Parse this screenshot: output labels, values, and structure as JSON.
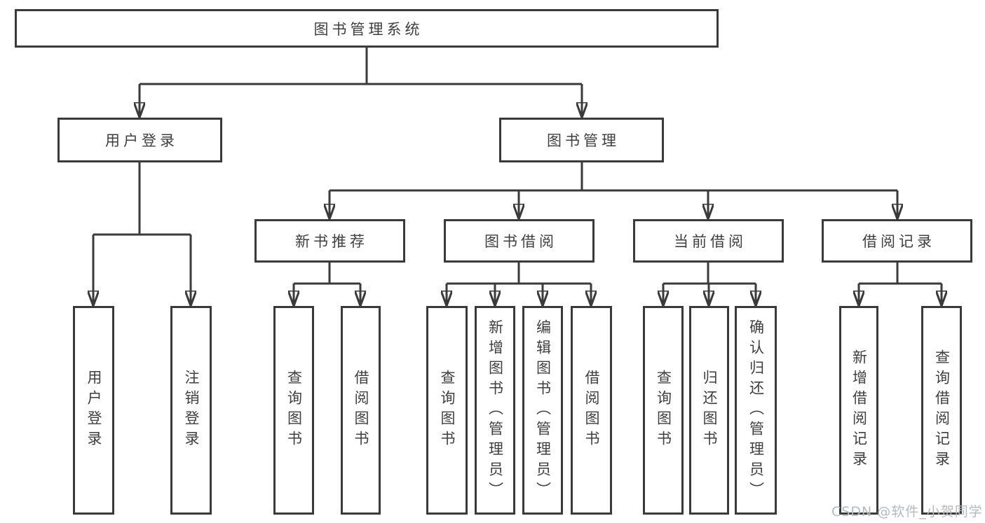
{
  "colors": {
    "line": "#3a3a3a",
    "text": "#3f3f3f",
    "background": "#ffffff",
    "watermark": "#b4b8bf"
  },
  "tree": {
    "root": "图书管理系统",
    "branches": [
      {
        "label": "用户登录",
        "children": [
          "用户登录",
          "注销登录"
        ]
      },
      {
        "label": "图书管理",
        "groups": [
          {
            "label": "新书推荐",
            "children": [
              "查询图书",
              "借阅图书"
            ]
          },
          {
            "label": "图书借阅",
            "children": [
              "查询图书",
              "新增图书（管理员）",
              "编辑图书（管理员）",
              "借阅图书"
            ]
          },
          {
            "label": "当前借阅",
            "children": [
              "查询图书",
              "归还图书",
              "确认归还（管理员）"
            ]
          },
          {
            "label": "借阅记录",
            "children": [
              "新增借阅记录",
              "查询借阅记录"
            ]
          }
        ]
      }
    ]
  },
  "watermark": "CSDN @软件_小贺同学"
}
